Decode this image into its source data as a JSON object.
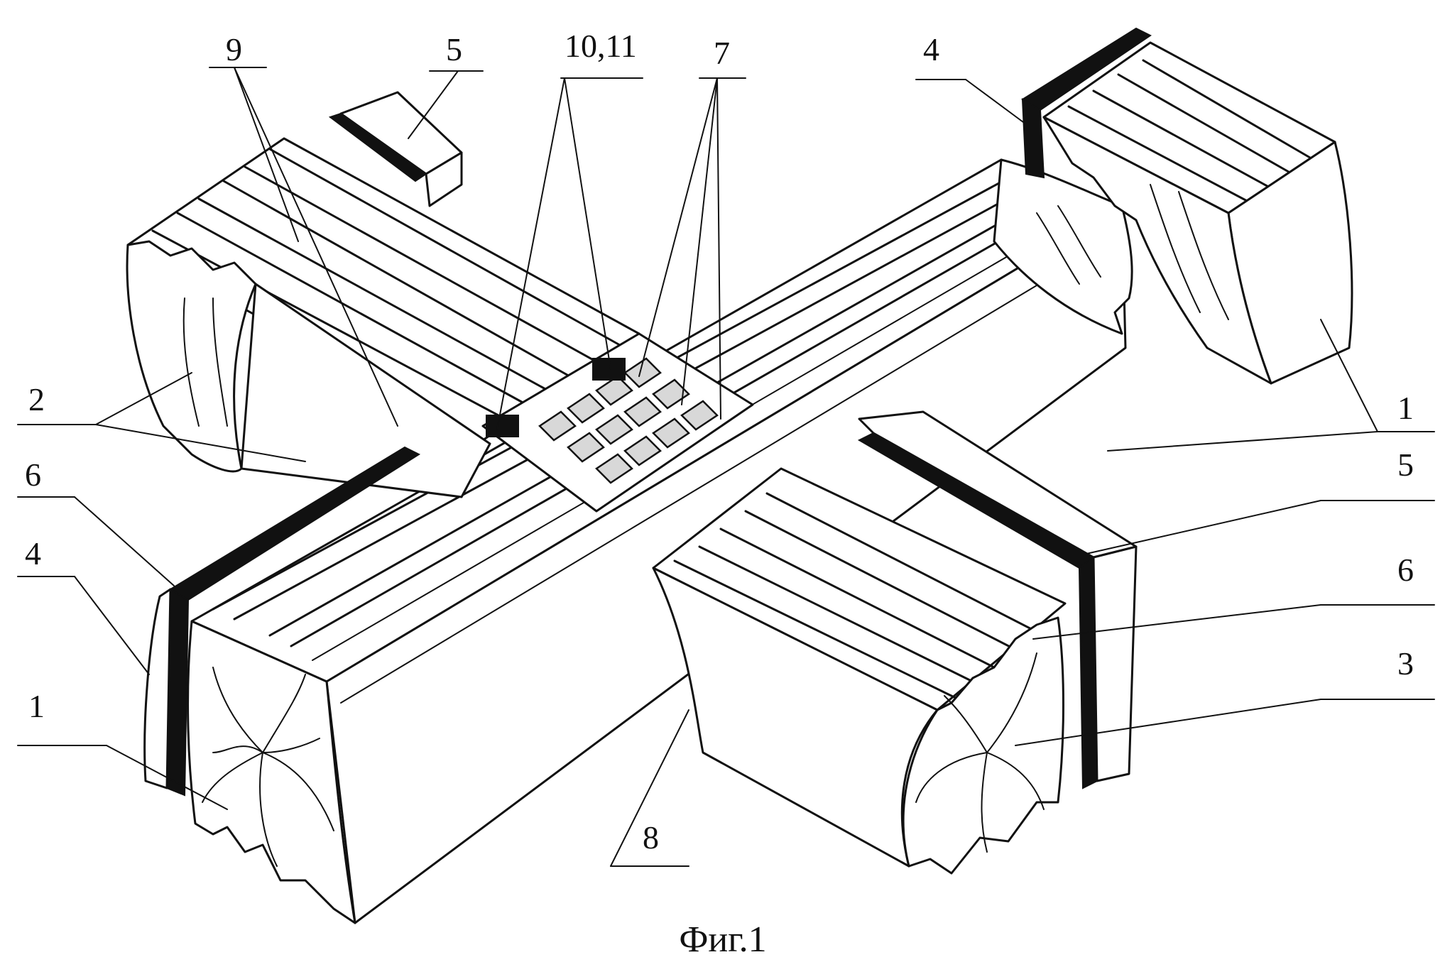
{
  "figure": {
    "caption": "Фиг.1",
    "labels": {
      "l9": "9",
      "l5_top": "5",
      "l10_11": "10,11",
      "l7": "7",
      "l4_top": "4",
      "l2": "2",
      "l1_right": "1",
      "l6_left": "6",
      "l4_left": "4",
      "l1_left": "1",
      "l5_right": "5",
      "l6_right": "6",
      "l3": "3",
      "l8": "8"
    }
  }
}
